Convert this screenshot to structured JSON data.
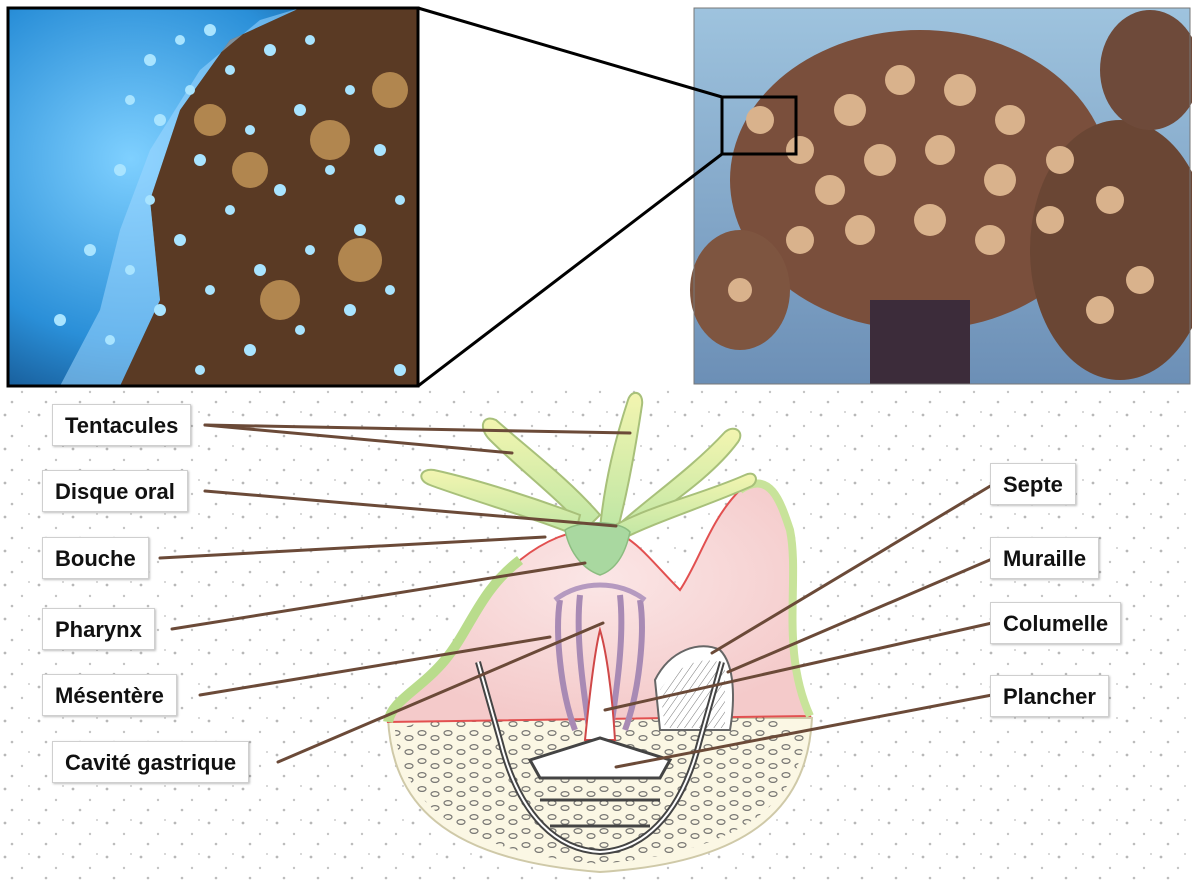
{
  "labels_left": {
    "tentacules": "Tentacules",
    "disque_oral": "Disque oral",
    "bouche": "Bouche",
    "pharynx": "Pharynx",
    "mesentere": "Mésentère",
    "cavite_gastrique": "Cavité gastrique"
  },
  "labels_right": {
    "septe": "Septe",
    "muraille": "Muraille",
    "columelle": "Columelle",
    "plancher": "Plancher"
  },
  "colors": {
    "leader_line": "#6b4a38",
    "tentacle_fill": "#e4f0b0",
    "body_fill": "#f7d8d8",
    "body_outline": "#e25050",
    "skeleton_fill": "#fbf7e4",
    "photo_water": "#5fb3ee",
    "photo_coral": "#8a5a3c"
  }
}
